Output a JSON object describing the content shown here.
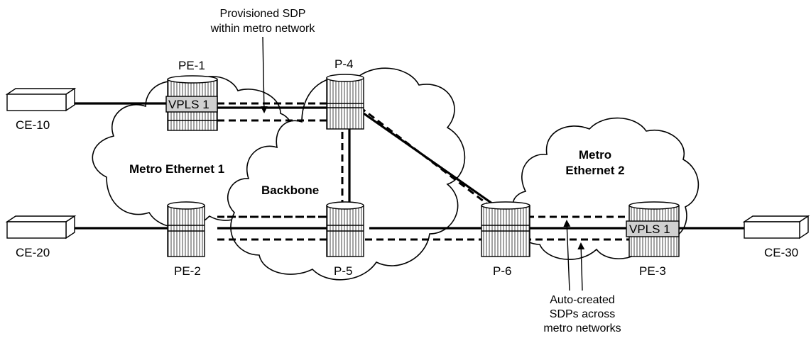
{
  "labels": {
    "ce10": "CE-10",
    "ce20": "CE-20",
    "ce30": "CE-30",
    "pe1": "PE-1",
    "pe2": "PE-2",
    "pe3": "PE-3",
    "p4": "P-4",
    "p5": "P-5",
    "p6": "P-6"
  },
  "vpls": {
    "pe1": "VPLS 1",
    "pe3": "VPLS 1"
  },
  "clouds": {
    "metro1": "Metro Ethernet 1",
    "backbone": "Backbone",
    "metro2_line1": "Metro",
    "metro2_line2": "Ethernet 2"
  },
  "annotations": {
    "provisioned_line1": "Provisioned SDP",
    "provisioned_line2": "within metro network",
    "auto_line1": "Auto-created",
    "auto_line2": "SDPs across",
    "auto_line3": "metro networks"
  }
}
